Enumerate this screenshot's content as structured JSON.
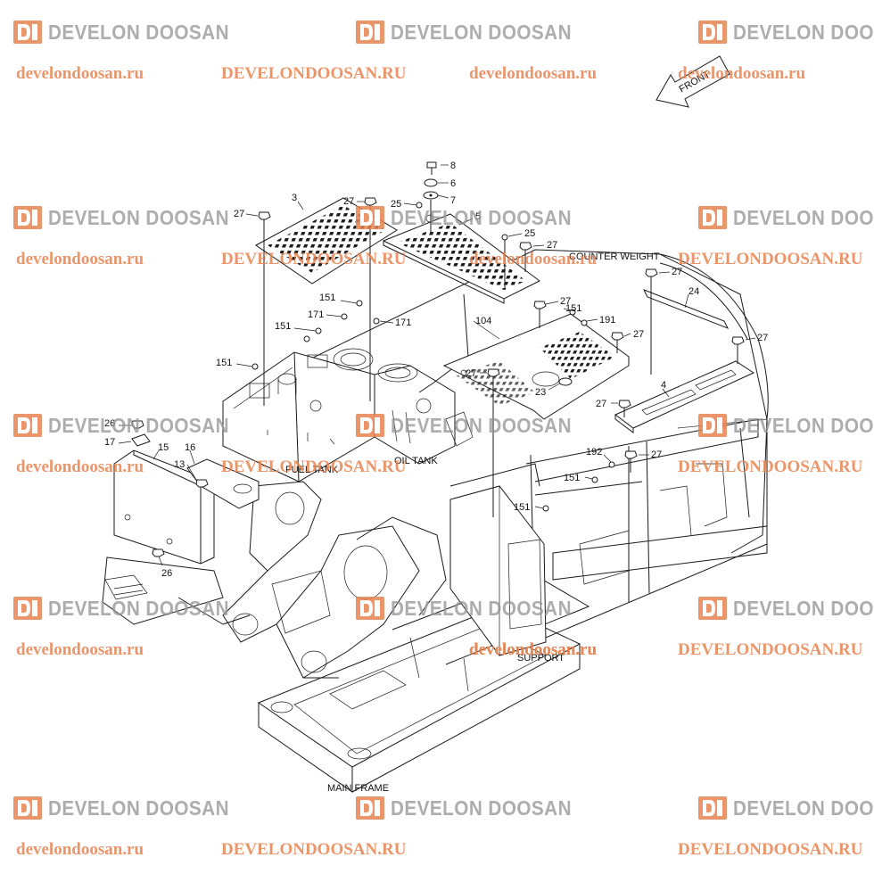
{
  "watermark": {
    "brand": "DEVELON DOOSAN",
    "url_lower": "develondoosan.ru",
    "url_upper": "DEVELONDOOSAN.RU",
    "brand_color": "#9a9a9a",
    "url_color": "#e8844f"
  },
  "captions": {
    "fuel_tank": "FUEL TANK",
    "oil_tank": "OIL TANK",
    "counter_weight": "COUNTER WEIGHT",
    "support": "SUPPORT",
    "main_frame": "MAIN FRAME",
    "front": "FRONT"
  },
  "labels": {
    "l3": "3",
    "l4": "4",
    "l5": "5",
    "l6": "6",
    "l7": "7",
    "l8": "8",
    "l13": "13",
    "l15": "15",
    "l16": "16",
    "l17": "17",
    "l23": "23",
    "l24": "24",
    "l25a": "25",
    "l25b": "25",
    "l26a": "26",
    "l26b": "26",
    "l27a": "27",
    "l27b": "27",
    "l27c": "27",
    "l27d": "27",
    "l27e": "27",
    "l27f": "27",
    "l27g": "27",
    "l27h": "27",
    "l27i": "27",
    "l27j": "27",
    "l104": "104",
    "l151a": "151",
    "l151b": "151",
    "l151c": "151",
    "l151d": "151",
    "l151e": "151",
    "l151f": "151",
    "l171a": "171",
    "l171b": "171",
    "l191": "191",
    "l192": "192"
  }
}
